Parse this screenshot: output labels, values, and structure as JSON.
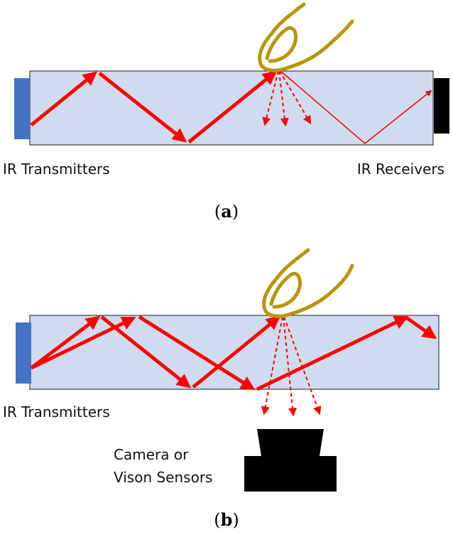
{
  "panel_a": {
    "caption_open": "(",
    "caption_letter": "a",
    "caption_close": ")",
    "transmitter_label": "IR Transmitters",
    "receiver_label": "IR Receivers"
  },
  "panel_b": {
    "caption_open": "(",
    "caption_letter": "b",
    "caption_close": ")",
    "transmitter_label": "IR Transmitters",
    "camera_label_line1": "Camera or",
    "camera_label_line2": "Vison Sensors"
  },
  "colors": {
    "waveguide_fill": "#cfdcef",
    "waveguide_stroke": "#1a1a1a",
    "transmitter": "#4472c4",
    "receiver": "#000000",
    "ray": "#ff0000",
    "finger": "#b8960c",
    "camera": "#000000"
  },
  "icons": [
    "finger-icon",
    "camera-icon"
  ]
}
